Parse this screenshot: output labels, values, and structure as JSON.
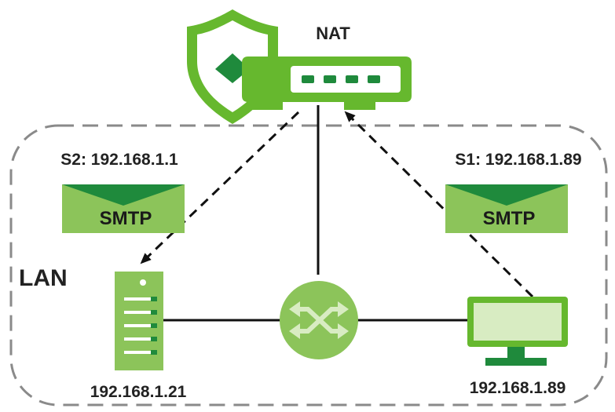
{
  "labels": {
    "nat": "NAT",
    "lan": "LAN",
    "s2": "S2: 192.168.1.1",
    "s1": "S1: 192.168.1.89",
    "server_ip": "192.168.1.21",
    "pc_ip": "192.168.1.89"
  },
  "envelopes": {
    "left": "SMTP",
    "right": "SMTP"
  },
  "icons": {
    "shield": "shield-icon",
    "router": "router-icon",
    "switch": "switch-icon",
    "server": "server-icon",
    "monitor": "monitor-icon",
    "envelope": "envelope-icon"
  },
  "colors": {
    "dark_green": "#1f8a3c",
    "mid_green": "#66b82e",
    "light_green": "#bfe09a",
    "pale_green": "#d8ecc2",
    "lan_border": "#888888"
  }
}
